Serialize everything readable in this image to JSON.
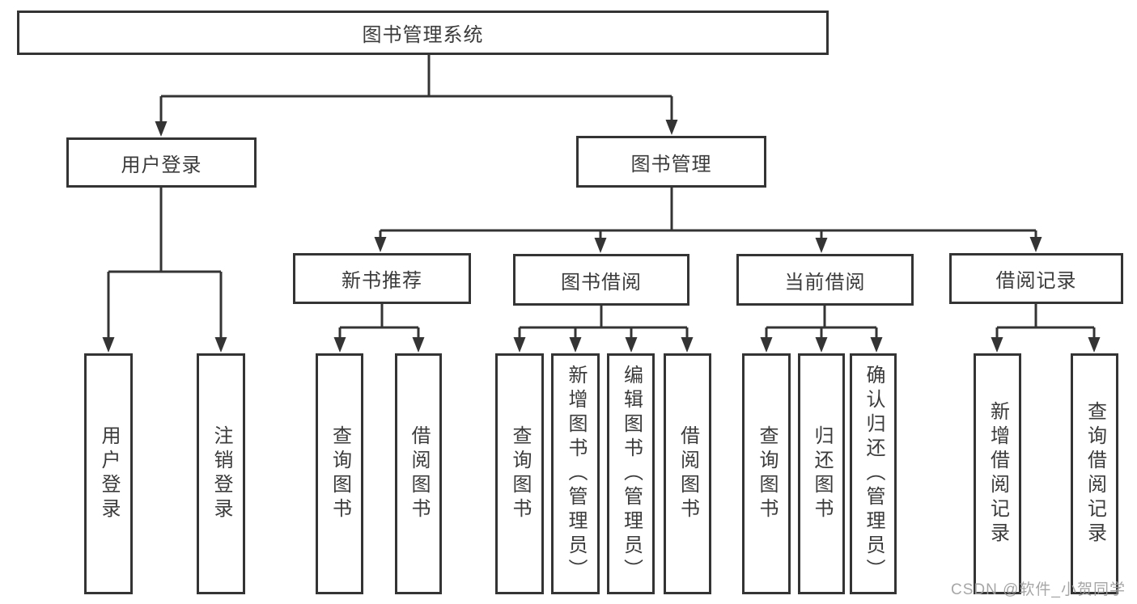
{
  "diagram": {
    "root": {
      "label": "图书管理系统"
    },
    "branches": [
      {
        "label": "用户登录",
        "children": [
          {
            "label": "用户登录"
          },
          {
            "label": "注销登录"
          }
        ]
      },
      {
        "label": "图书管理",
        "children": [
          {
            "label": "新书推荐",
            "children": [
              {
                "label": "查询图书"
              },
              {
                "label": "借阅图书"
              }
            ]
          },
          {
            "label": "图书借阅",
            "children": [
              {
                "label": "查询图书"
              },
              {
                "label": "新增图书（管理员）"
              },
              {
                "label": "编辑图书（管理员）"
              },
              {
                "label": "借阅图书"
              }
            ]
          },
          {
            "label": "当前借阅",
            "children": [
              {
                "label": "查询图书"
              },
              {
                "label": "归还图书"
              },
              {
                "label": "确认归还（管理员）"
              }
            ]
          },
          {
            "label": "借阅记录",
            "children": [
              {
                "label": "新增借阅记录"
              },
              {
                "label": "查询借阅记录"
              }
            ]
          }
        ]
      }
    ]
  },
  "watermark": "CSDN @软件_小贺同学",
  "colors": {
    "line": "#343434",
    "text": "#3b3b3b",
    "box_background": "#ffffff",
    "watermark": "#9e9e9e"
  }
}
